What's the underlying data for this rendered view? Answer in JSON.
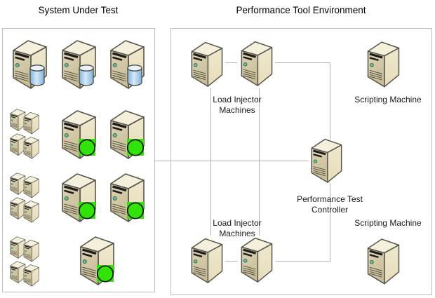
{
  "page": {
    "background": "#ffffff"
  },
  "colors": {
    "connector": "#b0b0b0",
    "panel_border": "#bcbcbc",
    "text": "#1a1a1a",
    "server_top": "#f5f0dc",
    "server_side": "#ebe3c5",
    "server_front_light": "#ddd3b4",
    "server_front_dark": "#c9bd97",
    "server_outline": "#55534b",
    "database_light": "#d6eaf8",
    "database_dark": "#7fb2de",
    "status_green": "#2fe406"
  },
  "panels": {
    "sut": {
      "title": "System Under Test",
      "rows": [
        {
          "icons": [
            "server-database-icon",
            "server-database-icon",
            "server-database-icon"
          ]
        },
        {
          "icons": [
            "server-cluster-icon",
            "server-online-icon",
            "server-online-icon"
          ]
        },
        {
          "icons": [
            "server-cluster-icon",
            "server-online-icon",
            "server-online-icon"
          ]
        },
        {
          "icons": [
            "server-cluster-icon",
            "server-online-icon"
          ]
        }
      ]
    },
    "pte": {
      "title": "Performance Tool Environment",
      "labels": {
        "load_injector_top": "Load Injector Machines",
        "scripting_top": "Scripting Machine",
        "controller_line1": "Performance Test",
        "controller_line2": "Controller",
        "load_injector_bottom": "Load Injector Machines",
        "scripting_bottom": "Scripting Machine"
      }
    }
  }
}
